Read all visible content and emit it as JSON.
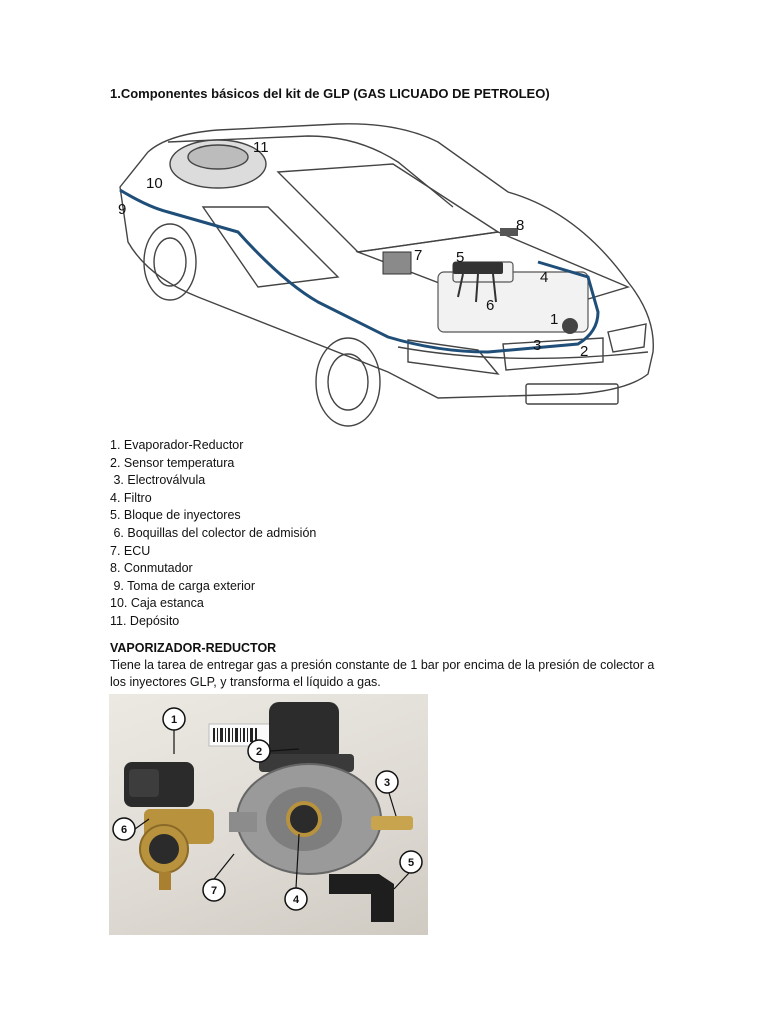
{
  "document": {
    "heading": "1.Componentes básicos del kit de GLP (GAS LICUADO DE PETROLEO)",
    "parts_list": [
      "1. Evaporador-Reductor",
      "2. Sensor temperatura",
      " 3. Electroválvula",
      "4. Filtro",
      "5. Bloque de inyectores",
      " 6. Boquillas del colector de admisión",
      "7. ECU",
      "8. Conmutador",
      " 9. Toma de carga exterior",
      "10. Caja estanca",
      "11. Depósito"
    ],
    "section_title": "VAPORIZADOR-REDUCTOR",
    "description": "Tiene la tarea de entregar gas a presión constante de 1 bar por encima de la presión de colector a los inyectores GLP, y transforma el líquido a gas."
  },
  "car_figure": {
    "labels": [
      "1",
      "2",
      "3",
      "4",
      "5",
      "6",
      "7",
      "8",
      "9",
      "10",
      "11"
    ],
    "line_color": "#1f4e79",
    "outline_color": "#444444"
  },
  "reducer_photo": {
    "callouts": [
      "1",
      "2",
      "3",
      "4",
      "5",
      "6",
      "7"
    ],
    "body_color": "#3a3a3a",
    "brass_color": "#b8923c"
  }
}
